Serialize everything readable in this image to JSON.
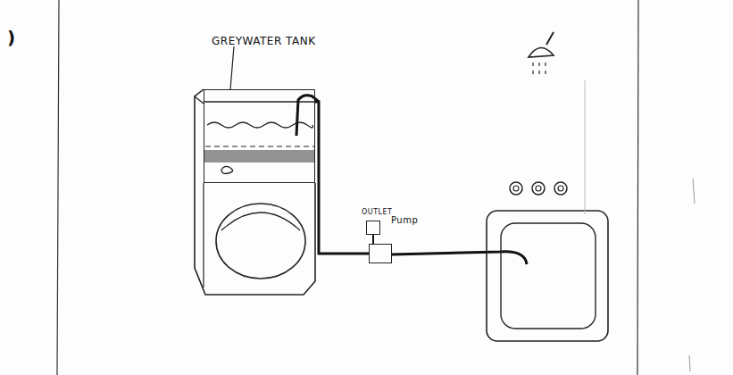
{
  "diagram": {
    "nodes": [
      {
        "text": [
          "GREYWATER TANK"
        ]
      },
      {
        "text": [
          "OUTLET"
        ]
      },
      {
        "text": [
          "Pump"
        ]
      }
    ],
    "edges": [
      {
        "from": 0,
        "to": 2,
        "arrow": "none"
      },
      {
        "from": 1,
        "to": 2,
        "arrow": "none"
      }
    ],
    "labels": [
      ")"
    ]
  }
}
